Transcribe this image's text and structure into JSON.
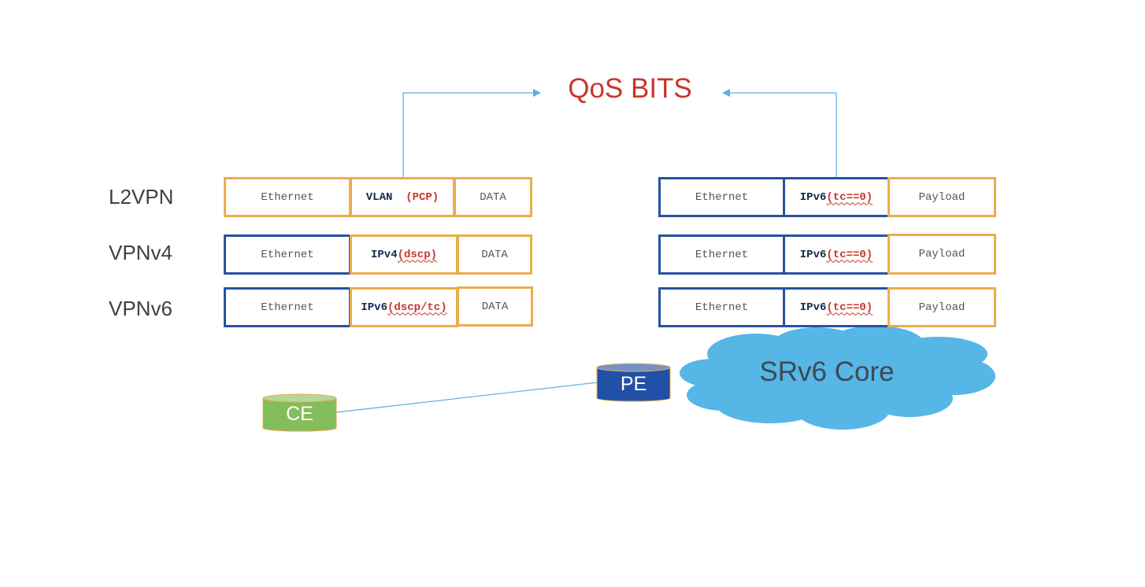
{
  "title": "QoS BITS",
  "rows": [
    {
      "label": "L2VPN",
      "left": [
        {
          "text": "Ethernet"
        },
        {
          "name": "VLAN",
          "qos": "(PCP)"
        },
        {
          "text": "DATA"
        }
      ],
      "right": [
        {
          "text": "Ethernet"
        },
        {
          "name": "IPv6",
          "qos": "(tc==0)"
        },
        {
          "text": "Payload"
        }
      ]
    },
    {
      "label": "VPNv4",
      "left": [
        {
          "text": "Ethernet"
        },
        {
          "name": "IPv4",
          "qos": "(dscp)"
        },
        {
          "text": "DATA"
        }
      ],
      "right": [
        {
          "text": "Ethernet"
        },
        {
          "name": "IPv6",
          "qos": "(tc==0)"
        },
        {
          "text": "Payload"
        }
      ]
    },
    {
      "label": "VPNv6",
      "left": [
        {
          "text": "Ethernet"
        },
        {
          "name": "IPv6",
          "qos": "(dscp/tc)"
        },
        {
          "text": "DATA"
        }
      ],
      "right": [
        {
          "text": "Ethernet"
        },
        {
          "name": "IPv6",
          "qos": "(tc==0)"
        },
        {
          "text": "Payload"
        }
      ]
    }
  ],
  "nodes": {
    "ce": "CE",
    "pe": "PE",
    "core": "SRv6 Core"
  },
  "colors": {
    "title": "#c8362b",
    "outer_border": "#2752a0",
    "inner_border": "#ecac4e",
    "arrow": "#5ab0e0",
    "cloud": "#56b6e6",
    "ce_fill": "#84bd5b",
    "pe_fill": "#2151a6"
  }
}
